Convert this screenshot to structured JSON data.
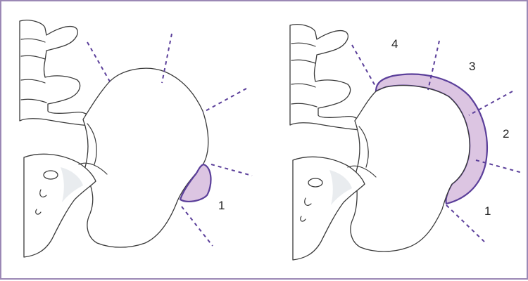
{
  "colors": {
    "frame": "#9b88b5",
    "guide_line": "#5b3f9a",
    "zone_fill": "#dcc5e2",
    "zone_outline": "#5b3f9a",
    "bone_outline": "#3a3a3a"
  },
  "left_panel": {
    "zone_labels": [
      "1"
    ]
  },
  "right_panel": {
    "zone_labels": [
      "4",
      "3",
      "2",
      "1"
    ]
  }
}
